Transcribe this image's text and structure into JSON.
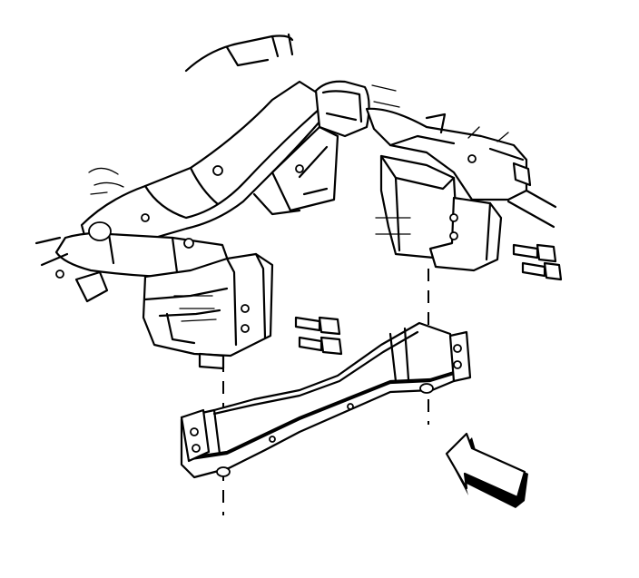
{
  "figure": {
    "background": "#ffffff",
    "line_color": "#000000"
  },
  "parts": [
    {
      "id": "frame-rails",
      "icon": "vehicle-frame"
    },
    {
      "id": "left-mount-bracket",
      "icon": "engine-mount-bracket"
    },
    {
      "id": "right-mount-bracket",
      "icon": "engine-mount-bracket"
    },
    {
      "id": "crossmember",
      "icon": "transmission-crossmember"
    },
    {
      "id": "mount-bolts",
      "icon": "bolt"
    },
    {
      "id": "front-direction-arrow",
      "icon": "arrow-icon"
    }
  ]
}
